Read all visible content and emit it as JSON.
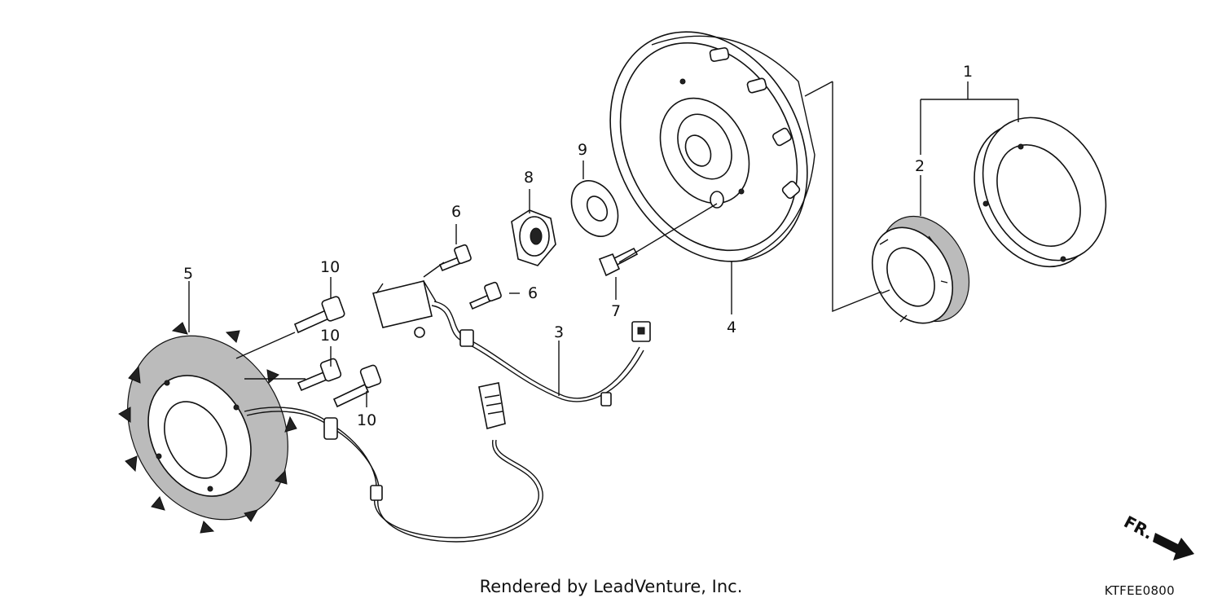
{
  "callouts": {
    "c1": "1",
    "c2": "2",
    "c3": "3",
    "c4": "4",
    "c5": "5",
    "c6a": "6",
    "c6b": "6",
    "c7": "7",
    "c8": "8",
    "c9": "9",
    "c10a": "10",
    "c10b": "10",
    "c10c": "10"
  },
  "fr_label": "FR.",
  "credit": "Rendered by LeadVenture, Inc.",
  "diagram_code": "KTFEE0800"
}
